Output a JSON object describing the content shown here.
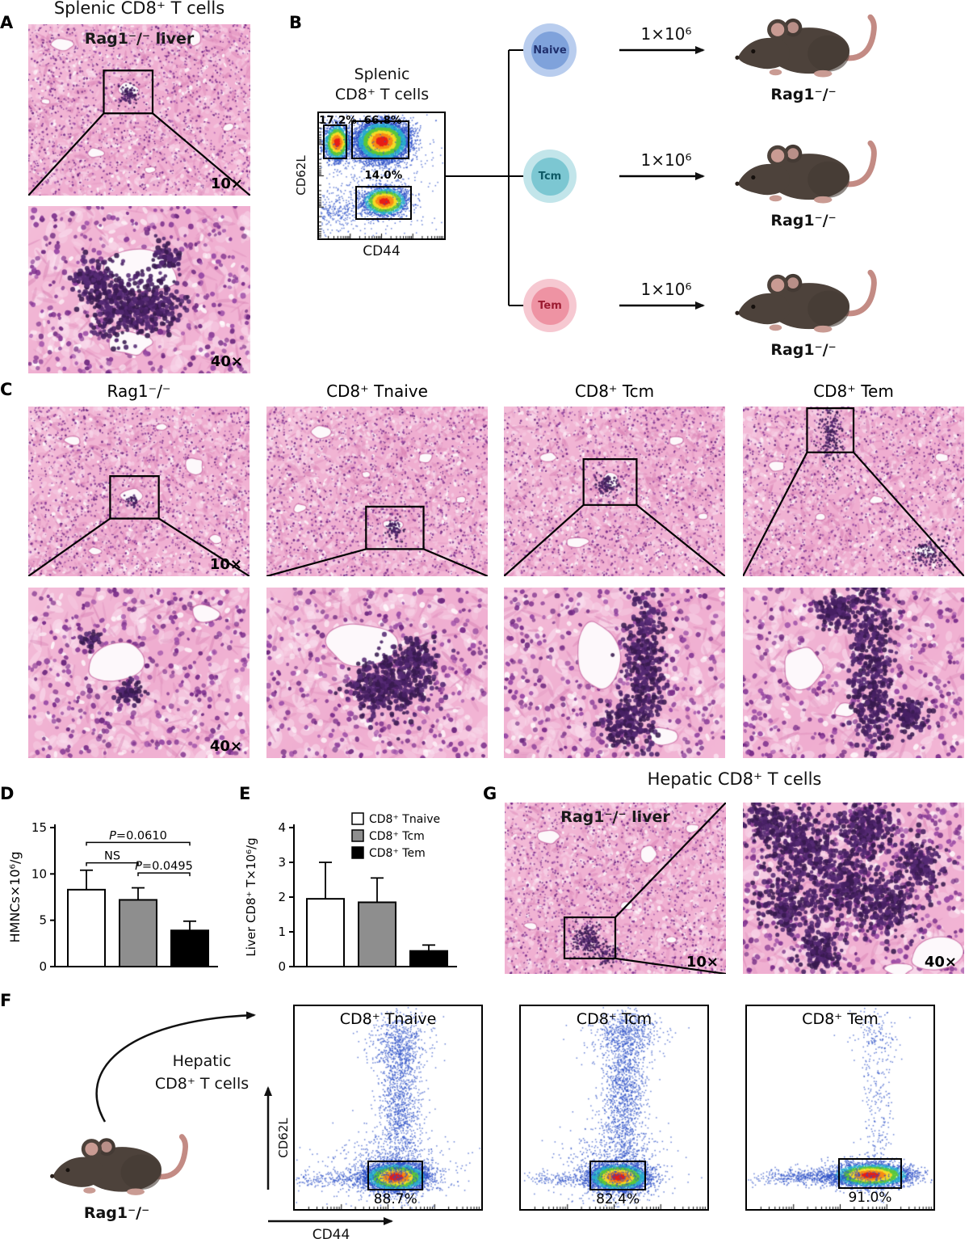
{
  "panelA": {
    "label": "A",
    "title": "Splenic CD8⁺ T cells",
    "image_10x": {
      "caption": "Rag1⁻/⁻ liver",
      "mag": "10×"
    },
    "image_40x": {
      "mag": "40×"
    }
  },
  "panelB": {
    "label": "B",
    "plot": {
      "title_line1": "Splenic",
      "title_line2": "CD8⁺ T cells",
      "y_axis": "CD62L",
      "x_axis": "CD44",
      "gate_top_left_pct": "17.2%",
      "gate_top_right_pct": "66.8%",
      "gate_bottom_pct": "14.0%"
    },
    "arms": [
      {
        "population": "Naive",
        "dose": "1×10⁶",
        "recipient": "Rag1⁻/⁻",
        "color_outer": "#b9cdee",
        "color_inner": "#7fa2db",
        "text_color": "#20306e"
      },
      {
        "population": "Tcm",
        "dose": "1×10⁶",
        "recipient": "Rag1⁻/⁻",
        "color_outer": "#c2e5ea",
        "color_inner": "#7cc7d2",
        "text_color": "#0e5a66"
      },
      {
        "population": "Tem",
        "dose": "1×10⁶",
        "recipient": "Rag1⁻/⁻",
        "color_outer": "#f6c8d1",
        "color_inner": "#ee93a3",
        "text_color": "#9c1b31"
      }
    ]
  },
  "panelC": {
    "label": "C",
    "columns": [
      {
        "title": "Rag1⁻/⁻"
      },
      {
        "title": "CD8⁺ Tnaive"
      },
      {
        "title": "CD8⁺ Tcm"
      },
      {
        "title": "CD8⁺ Tem"
      }
    ],
    "mag_top": "10×",
    "mag_bottom": "40×"
  },
  "panelD": {
    "label": "D"
  },
  "panelE": {
    "label": "E"
  },
  "panelF": {
    "label": "F",
    "arrow_label_line1": "Hepatic",
    "arrow_label_line2": "CD8⁺ T cells",
    "mouse_label": "Rag1⁻/⁻",
    "y_axis": "CD62L",
    "x_axis": "CD44",
    "plots": [
      {
        "title": "CD8⁺ Tnaive",
        "gate_pct": "88.7%"
      },
      {
        "title": "CD8⁺ Tcm",
        "gate_pct": "82.4%"
      },
      {
        "title": "CD8⁺ Tem",
        "gate_pct": "91.0%"
      }
    ]
  },
  "panelG": {
    "label": "G",
    "title": "Hepatic CD8⁺ T cells",
    "image_10x": {
      "caption": "Rag1⁻/⁻ liver",
      "mag": "10×"
    },
    "image_40x": {
      "mag": "40×"
    }
  },
  "chart_data": [
    {
      "type": "bar",
      "panel": "D",
      "categories": [
        "CD8⁺ Tnaive",
        "CD8⁺ Tcm",
        "CD8⁺ Tem"
      ],
      "values": [
        8.3,
        7.2,
        3.9
      ],
      "errors_plus": [
        2.1,
        1.3,
        1.0
      ],
      "bar_colors": [
        "#ffffff",
        "#8e8e8e",
        "#000000"
      ],
      "ylabel": "HMNCs×10⁶/g",
      "ylim": [
        0,
        15
      ],
      "yticks": [
        0,
        5,
        10,
        15
      ],
      "grid": false,
      "annotations": [
        {
          "text": "P=0.0610",
          "from": 0,
          "to": 2
        },
        {
          "text": "NS",
          "from": 0,
          "to": 1
        },
        {
          "text": "P=0.0495",
          "from": 1,
          "to": 2
        }
      ]
    },
    {
      "type": "bar",
      "panel": "E",
      "categories": [
        "CD8⁺ Tnaive",
        "CD8⁺ Tcm",
        "CD8⁺ Tem"
      ],
      "values": [
        1.95,
        1.85,
        0.45
      ],
      "errors_plus": [
        1.05,
        0.7,
        0.17
      ],
      "bar_colors": [
        "#ffffff",
        "#8e8e8e",
        "#000000"
      ],
      "ylabel": "Liver CD8⁺ T×10⁶/g",
      "ylim": [
        0,
        4
      ],
      "yticks": [
        0,
        1,
        2,
        3,
        4
      ],
      "grid": false,
      "legend": [
        {
          "label": "CD8⁺ Tnaive",
          "color": "#ffffff"
        },
        {
          "label": "CD8⁺ Tcm",
          "color": "#8e8e8e"
        },
        {
          "label": "CD8⁺ Tem",
          "color": "#000000"
        }
      ],
      "legend_position": "top-right"
    },
    {
      "type": "scatter-density",
      "panel": "B",
      "title": "Splenic CD8⁺ T cells",
      "xlabel": "CD44",
      "ylabel": "CD62L",
      "gates": [
        {
          "population": "Naive",
          "pct": 17.2
        },
        {
          "population": "Tcm",
          "pct": 66.8
        },
        {
          "population": "Tem",
          "pct": 14.0
        }
      ]
    },
    {
      "type": "scatter-density",
      "panel": "F",
      "xlabel": "CD44",
      "ylabel": "CD62L",
      "plots": [
        {
          "title": "CD8⁺ Tnaive",
          "gate_pct": 88.7
        },
        {
          "title": "CD8⁺ Tcm",
          "gate_pct": 82.4
        },
        {
          "title": "CD8⁺ Tem",
          "gate_pct": 91.0
        }
      ]
    }
  ]
}
